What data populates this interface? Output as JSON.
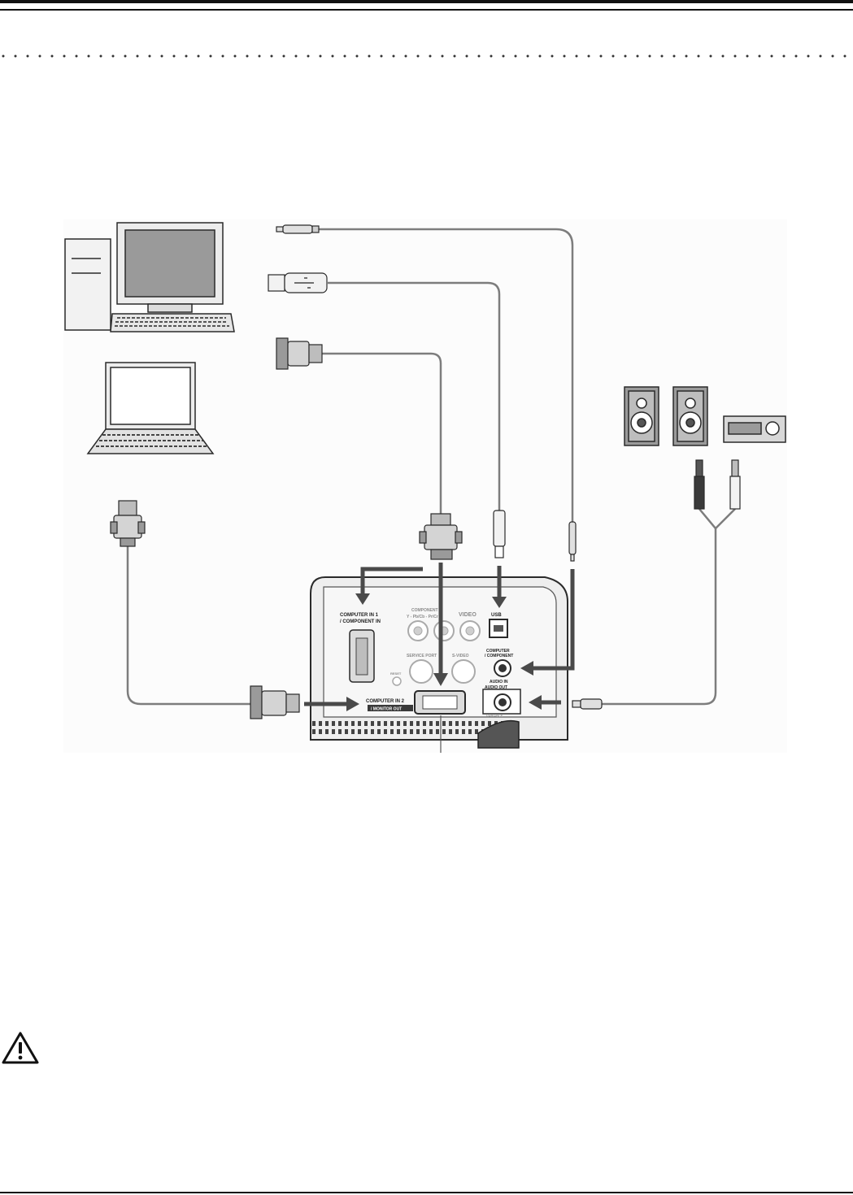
{
  "page": {
    "figure": {
      "panel_labels": {
        "computer_in_1": [
          "COMPUTER IN 1",
          "/ COMPONENT IN"
        ],
        "computer_in_2": [
          "COMPUTER IN 2",
          "/ MONITOR OUT"
        ],
        "component": "COMPONENT",
        "component_ports": "Y - Pb/Cb - Pr/Cr",
        "video": "VIDEO",
        "usb": "USB",
        "service_port": "SERVICE PORT",
        "s_video": "S-VIDEO",
        "reset": "RESET",
        "audio_in_upper": [
          "COMPUTER",
          "/ COMPONENT"
        ],
        "audio_in_label": "AUDIO IN",
        "audio_out": "AUDIO OUT",
        "variable": "VARIABLE"
      },
      "colors": {
        "ink": "#2a2a2a",
        "cable": "#7d7d7d",
        "arrow": "#4a4a4a",
        "shade": "#9a9a9a",
        "panel": "#e9e9e9"
      }
    },
    "icons": [
      "caution-icon",
      "desktop-computer-icon",
      "laptop-icon",
      "speaker-icon",
      "amplifier-icon",
      "vga-connector-icon",
      "usb-plug-icon",
      "audio-plug-icon"
    ]
  }
}
